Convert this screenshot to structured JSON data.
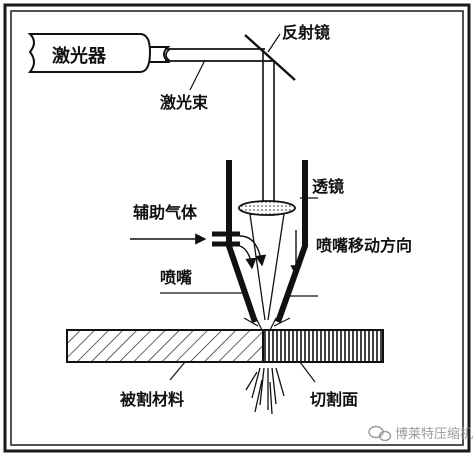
{
  "labels": {
    "laser": "激光器",
    "mirror": "反射镜",
    "beam": "激光束",
    "lens": "透镜",
    "assist_gas": "辅助气体",
    "move_direction": "喷嘴移动方向",
    "nozzle": "喷嘴",
    "material": "被割材料",
    "cut_face": "切割面"
  },
  "watermark": {
    "text": "博莱特压缩机",
    "icon": "wechat-icon"
  },
  "colors": {
    "ink": "#111111",
    "frame": "#1a1a1a",
    "lens_fill": "#f2f2f2",
    "watermark": "#8a8a8a"
  }
}
